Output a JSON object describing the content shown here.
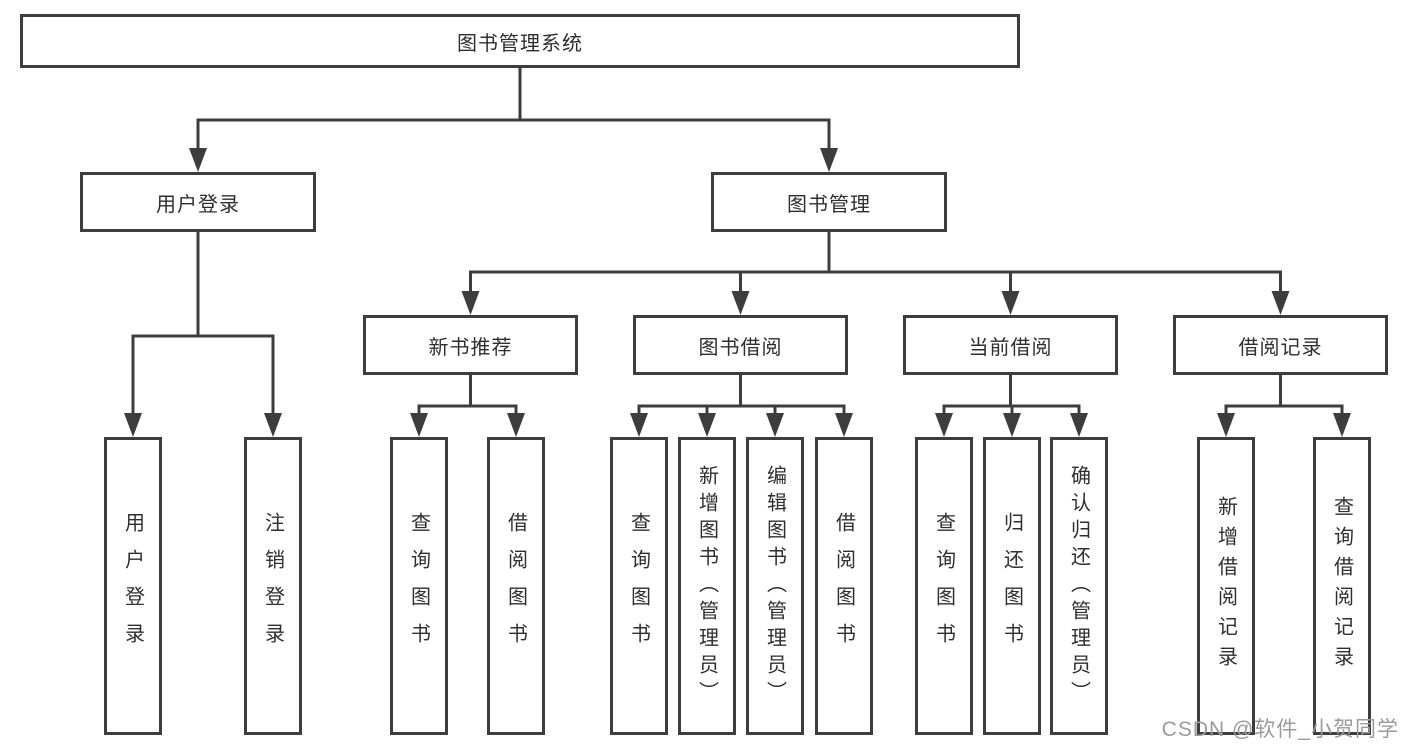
{
  "diagram": {
    "tree": {
      "root": {
        "label": "图书管理系统",
        "children": [
          {
            "label": "用户登录",
            "children": [
              {
                "label": "用户登录"
              },
              {
                "label": "注销登录"
              }
            ]
          },
          {
            "label": "图书管理",
            "children": [
              {
                "label": "新书推荐",
                "children": [
                  {
                    "label": "查询图书"
                  },
                  {
                    "label": "借阅图书"
                  }
                ]
              },
              {
                "label": "图书借阅",
                "children": [
                  {
                    "label": "查询图书"
                  },
                  {
                    "label": "新增图书（管理员）"
                  },
                  {
                    "label": "编辑图书（管理员）"
                  },
                  {
                    "label": "借阅图书"
                  }
                ]
              },
              {
                "label": "当前借阅",
                "children": [
                  {
                    "label": "查询图书"
                  },
                  {
                    "label": "归还图书"
                  },
                  {
                    "label": "确认归还（管理员）"
                  }
                ]
              },
              {
                "label": "借阅记录",
                "children": [
                  {
                    "label": "新增借阅记录"
                  },
                  {
                    "label": "查询借阅记录"
                  }
                ]
              }
            ]
          }
        ]
      }
    }
  },
  "watermark": "CSDN @软件_小贺同学",
  "colors": {
    "line": "#3d3d3d",
    "text": "#2f2f2f",
    "watermark": "#9b9b9b",
    "background": "#ffffff"
  }
}
